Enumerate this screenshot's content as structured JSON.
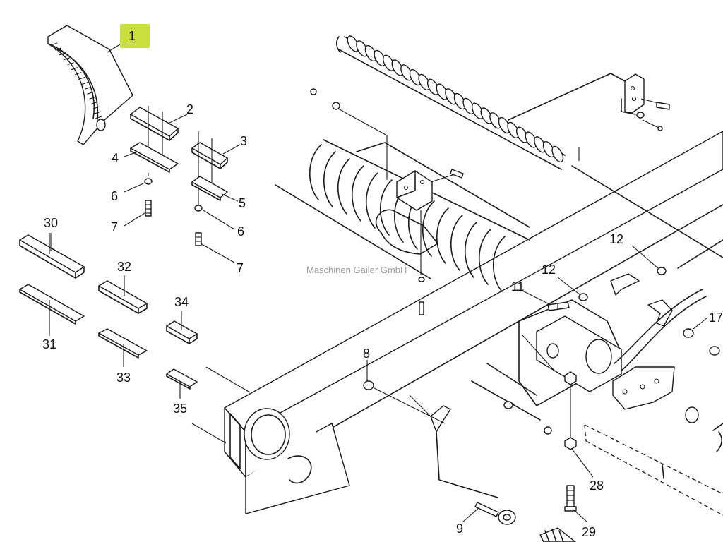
{
  "watermark": "Maschinen Gailer GmbH",
  "highlight_color": "#c8e03c",
  "callouts": {
    "c1": "1",
    "c2": "2",
    "c3": "3",
    "c4": "4",
    "c5": "5",
    "c6a": "6",
    "c6b": "6",
    "c7a": "7",
    "c7b": "7",
    "c8": "8",
    "c9": "9",
    "c11": "11",
    "c12a": "12",
    "c12b": "12",
    "c17": "17",
    "c28": "28",
    "c29": "29",
    "c30": "30",
    "c31": "31",
    "c32": "32",
    "c33": "33",
    "c34": "34",
    "c35": "35"
  }
}
